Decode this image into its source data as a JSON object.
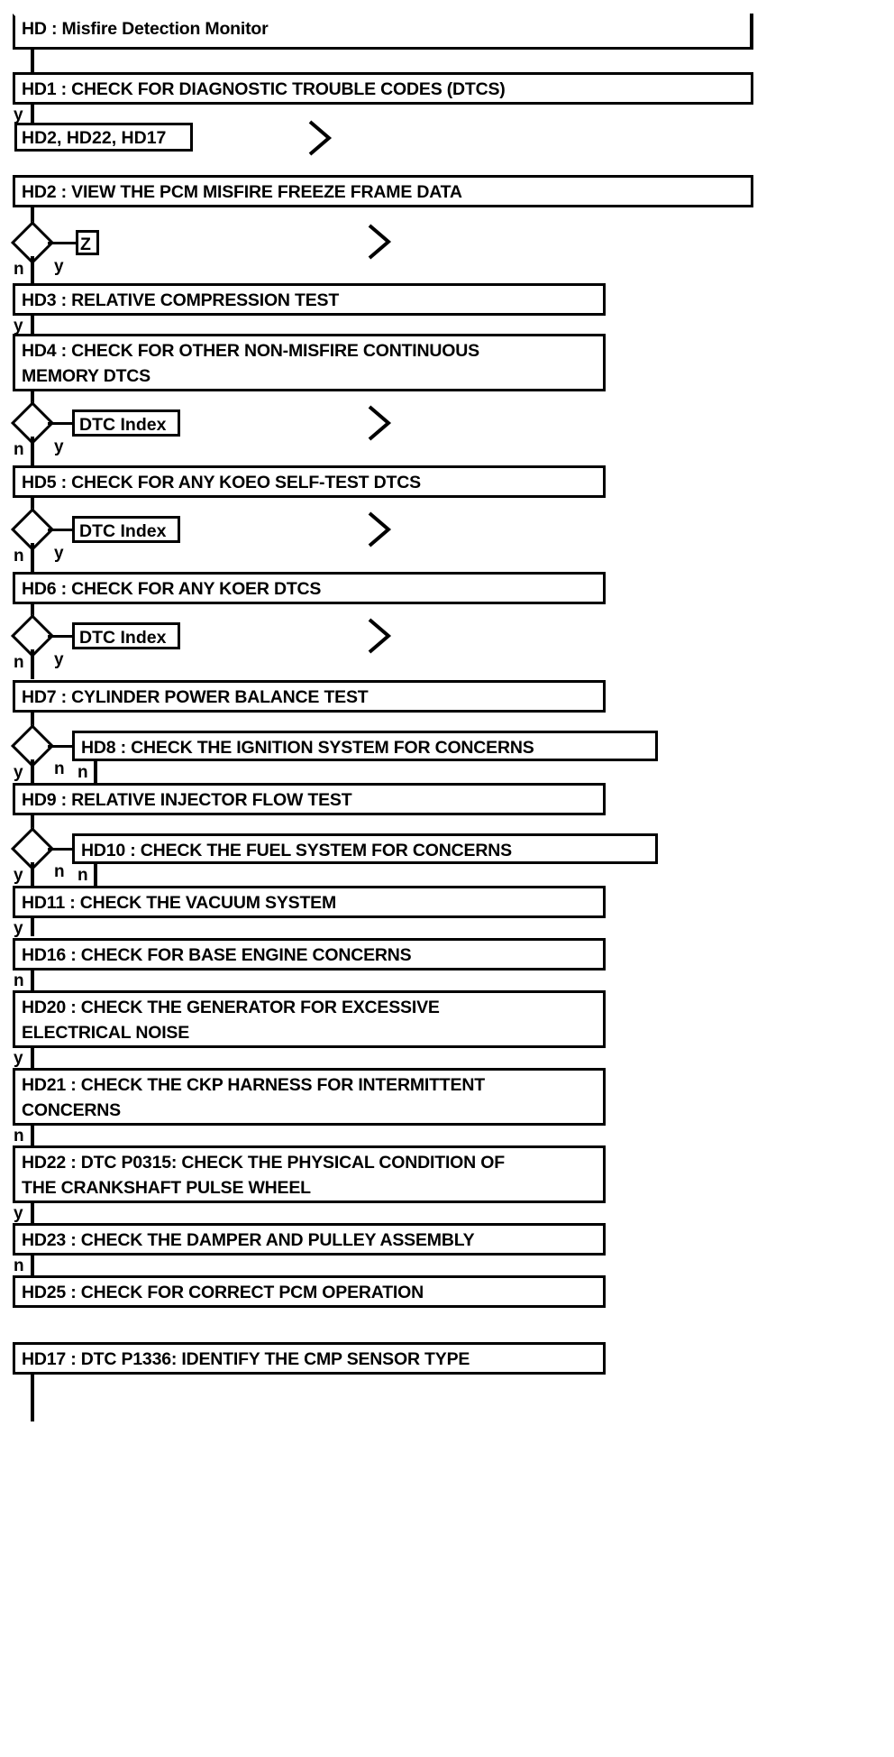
{
  "diagram": {
    "type": "flowchart",
    "title": "HD : Misfire Detection Monitor",
    "colors": {
      "stroke": "#000000",
      "background": "#ffffff"
    },
    "branch_labels": {
      "yes": "y",
      "no": "n"
    },
    "nodes": [
      {
        "id": "HD",
        "label": "HD : Misfire Detection Monitor"
      },
      {
        "id": "HD1",
        "label": "HD1 : CHECK FOR DIAGNOSTIC TROUBLE CODES (DTCS)"
      },
      {
        "id": "HD2",
        "label": "HD2 : VIEW THE PCM MISFIRE FREEZE FRAME DATA"
      },
      {
        "id": "HD3",
        "label": "HD3 : RELATIVE COMPRESSION TEST"
      },
      {
        "id": "HD4",
        "label": "HD4 : CHECK FOR OTHER NON-MISFIRE CONTINUOUS\nMEMORY DTCS"
      },
      {
        "id": "HD5",
        "label": "HD5 : CHECK FOR ANY KOEO SELF-TEST DTCS"
      },
      {
        "id": "HD6",
        "label": "HD6 : CHECK FOR ANY KOER DTCS"
      },
      {
        "id": "HD7",
        "label": "HD7 : CYLINDER POWER BALANCE TEST"
      },
      {
        "id": "HD8",
        "label": "HD8 : CHECK THE IGNITION SYSTEM FOR CONCERNS"
      },
      {
        "id": "HD9",
        "label": "HD9 : RELATIVE INJECTOR FLOW TEST"
      },
      {
        "id": "HD10",
        "label": "HD10 : CHECK THE FUEL SYSTEM FOR CONCERNS"
      },
      {
        "id": "HD11",
        "label": "HD11 : CHECK THE VACUUM SYSTEM"
      },
      {
        "id": "HD16",
        "label": "HD16 : CHECK FOR BASE ENGINE CONCERNS"
      },
      {
        "id": "HD20",
        "label": "HD20 : CHECK THE GENERATOR FOR EXCESSIVE\nELECTRICAL NOISE"
      },
      {
        "id": "HD21",
        "label": "HD21 : CHECK THE CKP HARNESS FOR INTERMITTENT\nCONCERNS"
      },
      {
        "id": "HD22",
        "label": "HD22 : DTC P0315: CHECK THE PHYSICAL CONDITION OF\nTHE CRANKSHAFT PULSE WHEEL"
      },
      {
        "id": "HD23",
        "label": "HD23 : CHECK THE DAMPER AND PULLEY ASSEMBLY"
      },
      {
        "id": "HD25",
        "label": "HD25 : CHECK FOR CORRECT PCM OPERATION"
      },
      {
        "id": "HD17",
        "label": "HD17 : DTC P1336: IDENTIFY THE CMP SENSOR TYPE"
      }
    ],
    "tags": [
      {
        "id": "tag-hd1-targets",
        "label": "HD2, HD22, HD17"
      },
      {
        "id": "tag-z",
        "label": "Z"
      },
      {
        "id": "tag-dtc-index-1",
        "label": "DTC Index"
      },
      {
        "id": "tag-dtc-index-2",
        "label": "DTC Index"
      },
      {
        "id": "tag-dtc-index-3",
        "label": "DTC Index"
      }
    ],
    "edges": [
      {
        "from": "HD",
        "to": "HD1",
        "label": ""
      },
      {
        "from": "HD1",
        "to": "tag-hd1-targets",
        "label": "y"
      },
      {
        "from": "HD1",
        "to": "HD2",
        "label": ""
      },
      {
        "from": "HD2",
        "to": "tag-z",
        "label": "y"
      },
      {
        "from": "HD2",
        "to": "HD3",
        "label": "n"
      },
      {
        "from": "HD3",
        "to": "HD4",
        "label": "y"
      },
      {
        "from": "HD4",
        "to": "tag-dtc-index-1",
        "label": "y"
      },
      {
        "from": "HD4",
        "to": "HD5",
        "label": "n"
      },
      {
        "from": "HD5",
        "to": "tag-dtc-index-2",
        "label": "y"
      },
      {
        "from": "HD5",
        "to": "HD6",
        "label": "n"
      },
      {
        "from": "HD6",
        "to": "tag-dtc-index-3",
        "label": "y"
      },
      {
        "from": "HD6",
        "to": "HD7",
        "label": "n"
      },
      {
        "from": "HD7",
        "to": "HD8",
        "label": "n"
      },
      {
        "from": "HD7",
        "to": "HD9",
        "label": "y"
      },
      {
        "from": "HD8",
        "to": "HD9",
        "label": "n"
      },
      {
        "from": "HD9",
        "to": "HD10",
        "label": "n"
      },
      {
        "from": "HD9",
        "to": "HD11",
        "label": "y"
      },
      {
        "from": "HD10",
        "to": "HD11",
        "label": "n"
      },
      {
        "from": "HD11",
        "to": "HD16",
        "label": "y"
      },
      {
        "from": "HD16",
        "to": "HD20",
        "label": "n"
      },
      {
        "from": "HD20",
        "to": "HD21",
        "label": "y"
      },
      {
        "from": "HD21",
        "to": "HD22",
        "label": "n"
      },
      {
        "from": "HD22",
        "to": "HD23",
        "label": "y"
      },
      {
        "from": "HD23",
        "to": "HD25",
        "label": "n"
      },
      {
        "from": "HD17",
        "to": "",
        "label": ""
      }
    ],
    "off_page_connectors": 5
  }
}
